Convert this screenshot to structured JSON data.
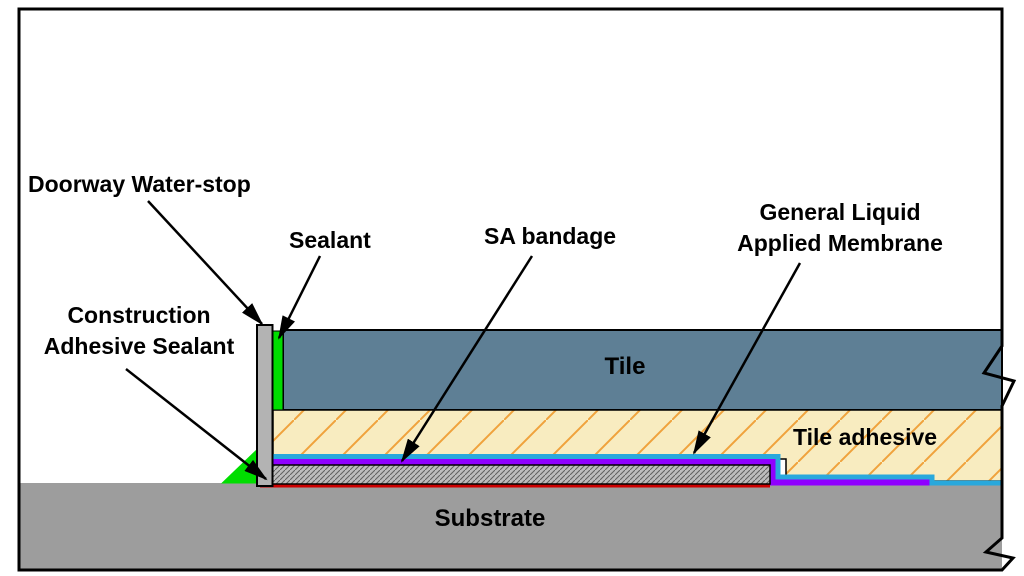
{
  "labels": {
    "doorway_water_stop": "Doorway Water-stop",
    "sealant": "Sealant",
    "sa_bandage": "SA bandage",
    "membrane_line1": "General Liquid",
    "membrane_line2": "Applied Membrane",
    "construction_line1": "Construction",
    "construction_line2": "Adhesive Sealant",
    "tile": "Tile",
    "tile_adhesive": "Tile adhesive",
    "substrate": "Substrate"
  },
  "colors": {
    "tile": "#5e7f95",
    "tile_adhesive": "#f8ecc0",
    "adhesive_hatch": "#f0a23c",
    "substrate": "#9d9d9d",
    "water_stop": "#b3b3b3",
    "bandage_fill": "#bdbdbd",
    "bandage_hatch": "#606060",
    "sealant_green": "#00dd00",
    "membrane_cyan": "#29a8dc",
    "membrane_purple": "#8f00ff",
    "primer_red": "#cc0000",
    "line_black": "#000000"
  }
}
